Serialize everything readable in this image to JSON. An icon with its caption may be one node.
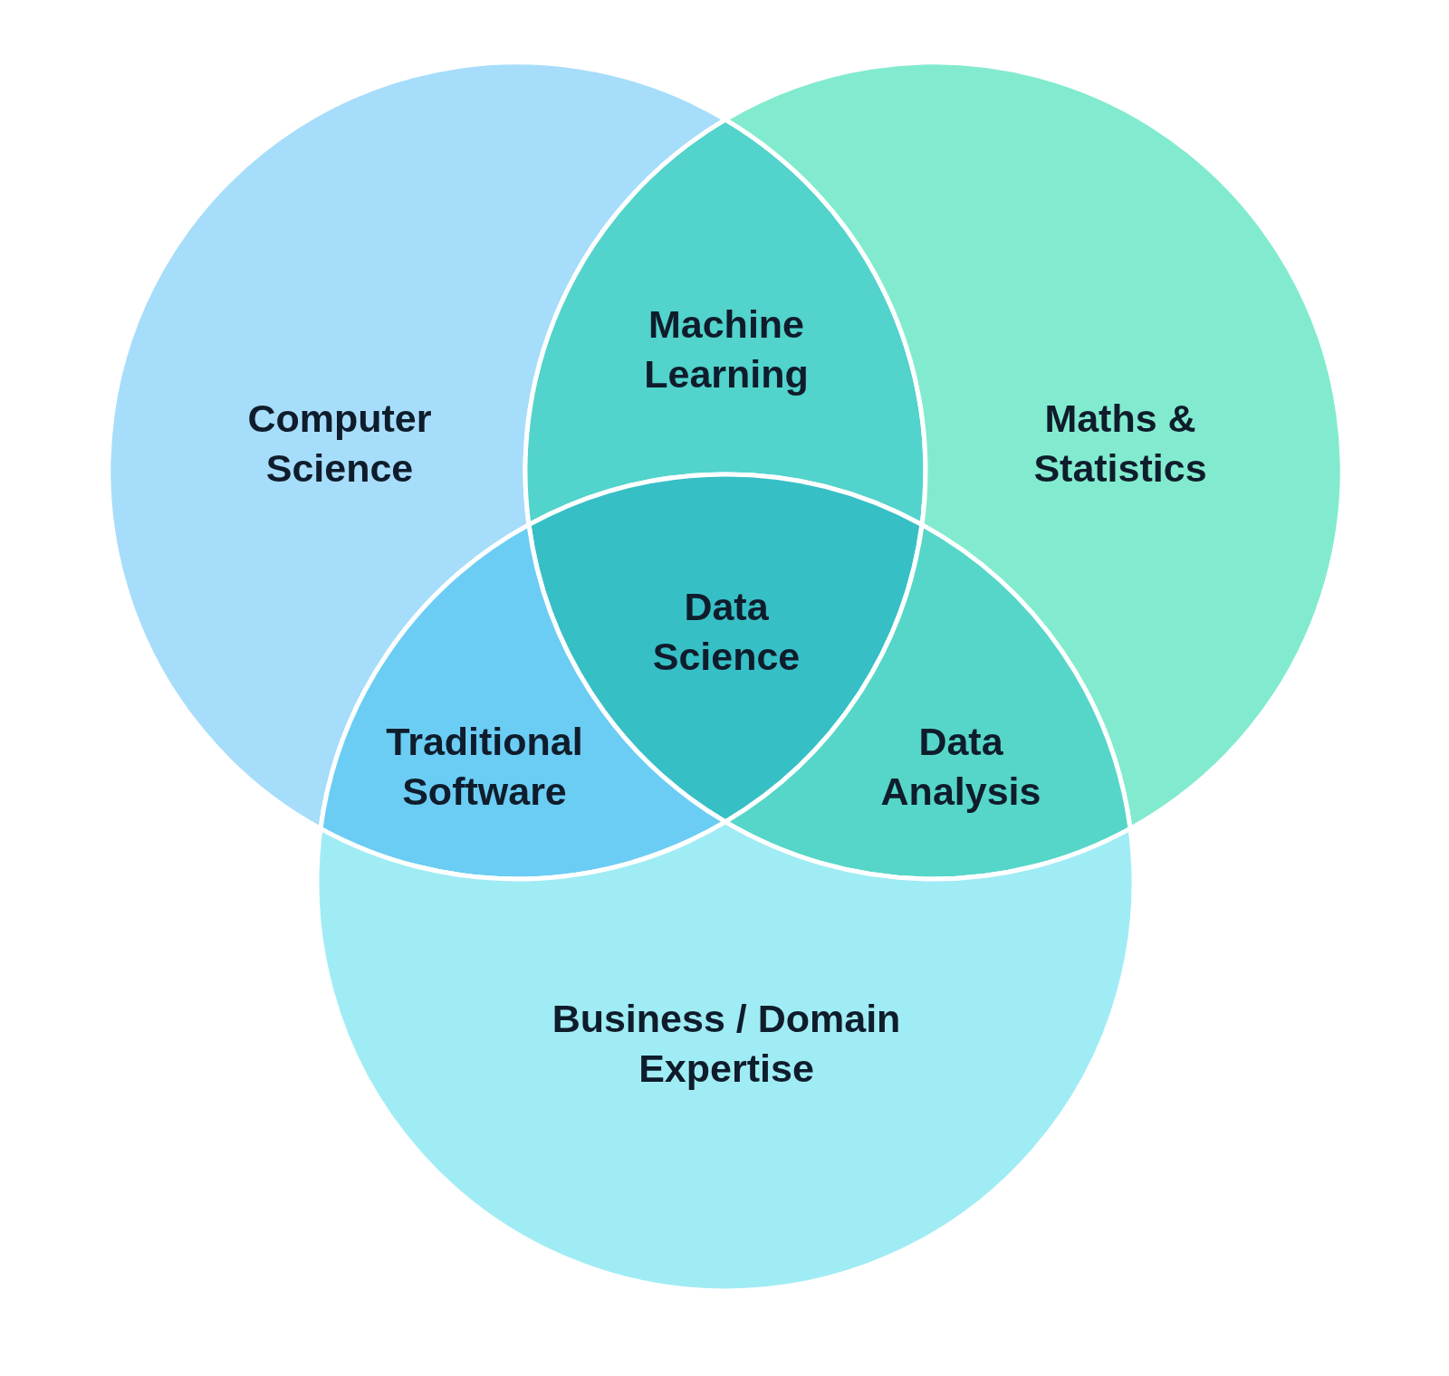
{
  "diagram": {
    "nodes": [
      {
        "text": [
          "Computer Science"
        ]
      },
      {
        "text": [
          "Machine Learning"
        ]
      },
      {
        "text": [
          "Maths & Statistics"
        ]
      },
      {
        "text": [
          "Data Science"
        ]
      },
      {
        "text": [
          "Traditional Software"
        ]
      },
      {
        "text": [
          "Data Analysis"
        ]
      },
      {
        "text": [
          "Business / Domain Expertise"
        ]
      }
    ]
  }
}
